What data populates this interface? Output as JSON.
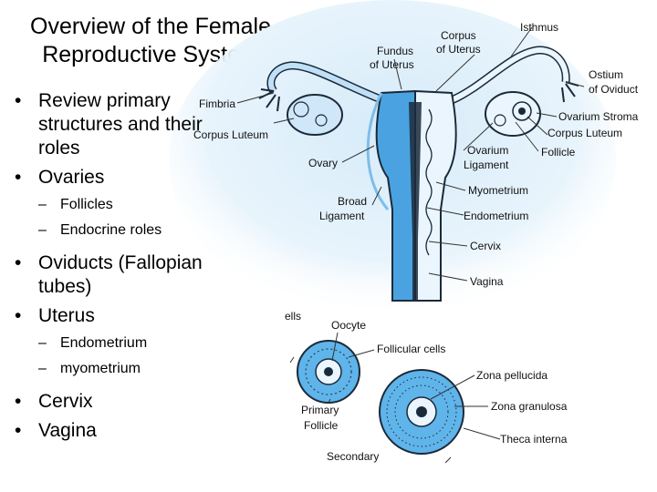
{
  "title_line1": "Overview of the Female",
  "title_line2": "Reproductive System",
  "bullets": [
    {
      "label": "Review primary structures and their roles",
      "lines": [
        "Review primary",
        "structures and their",
        "roles"
      ]
    },
    {
      "label": "Ovaries",
      "subs": [
        "Follicles",
        "Endocrine roles"
      ]
    },
    {
      "label": "Oviducts (Fallopian tubes)",
      "lines": [
        "Oviducts (Fallopian",
        "tubes)"
      ]
    },
    {
      "label": "Uterus",
      "subs": [
        "Endometrium",
        "myometrium"
      ]
    },
    {
      "label": "Cervix"
    },
    {
      "label": "Vagina"
    }
  ],
  "bullet_symbol": "•",
  "dash_symbol": "–",
  "diagram_labels": {
    "isthmus": "Isthmus",
    "corpus_of_uterus": [
      "Corpus",
      "of Uterus"
    ],
    "fundus_of_uterus": [
      "Fundus",
      "of Uterus"
    ],
    "fimbria": "Fimbria",
    "corpus_luteum_left": "Corpus Luteum",
    "ostium_of_oviduct": [
      "Ostium",
      "of Oviduct"
    ],
    "ovarium_stroma": "Ovarium Stroma",
    "corpus_luteum_right": "Corpus Luteum",
    "ovary": "Ovary",
    "ovarium_ligament": [
      "Ovarium",
      "Ligament"
    ],
    "follicle": "Follicle",
    "broad_ligament": [
      "Broad",
      "Ligament"
    ],
    "myometrium": "Myometrium",
    "endometrium": "Endometrium",
    "cervix": "Cervix",
    "vagina": "Vagina",
    "ells_fragment": "ells",
    "oocyte": "Oocyte",
    "follicular_cells": "Follicular cells",
    "zona_pellucida": "Zona pellucida",
    "primary_follicle": [
      "Primary",
      "Follicle"
    ],
    "zona_granulosa": "Zona granulosa",
    "theca_interna": "Theca interna",
    "secondary": "Secondary"
  },
  "colors": {
    "uterus_blue": "#4aa3e0",
    "uterus_light": "#bfe0f7",
    "backdrop_blue": "#d6ebf9",
    "follicle_blue": "#5fb4ea",
    "outline": "#1b2a3a"
  }
}
